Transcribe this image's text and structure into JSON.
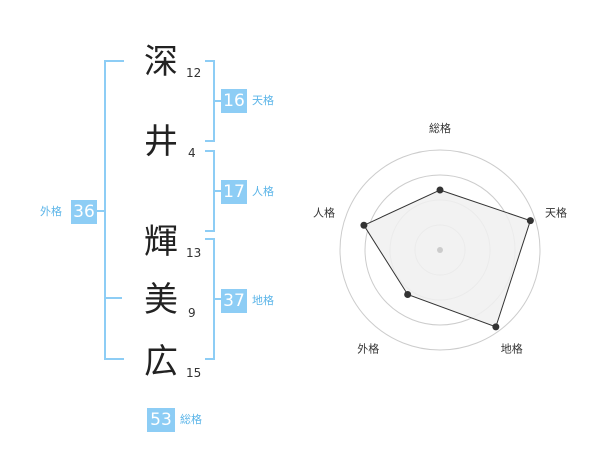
{
  "name": {
    "chars": [
      {
        "char": "深",
        "strokes": "12"
      },
      {
        "char": "井",
        "strokes": "4"
      },
      {
        "char": "輝",
        "strokes": "13"
      },
      {
        "char": "美",
        "strokes": "9"
      },
      {
        "char": "広",
        "strokes": "15"
      }
    ]
  },
  "fortune": {
    "tenkaku": {
      "label": "天格",
      "value": "16"
    },
    "jinkaku": {
      "label": "人格",
      "value": "17"
    },
    "chikaku": {
      "label": "地格",
      "value": "37"
    },
    "gaikaku": {
      "label": "外格",
      "value": "36"
    },
    "soukaku": {
      "label": "総格",
      "value": "53"
    }
  },
  "chart_data": {
    "type": "radar",
    "axes": [
      "総格",
      "天格",
      "地格",
      "外格",
      "人格"
    ],
    "values": [
      0.6,
      0.95,
      0.95,
      0.55,
      0.8
    ],
    "range": [
      0,
      1
    ],
    "rings": 4,
    "colors": {
      "fill": "#f0f0f0",
      "stroke": "#333333",
      "grid": "#cccccc",
      "point": "#333333"
    }
  }
}
